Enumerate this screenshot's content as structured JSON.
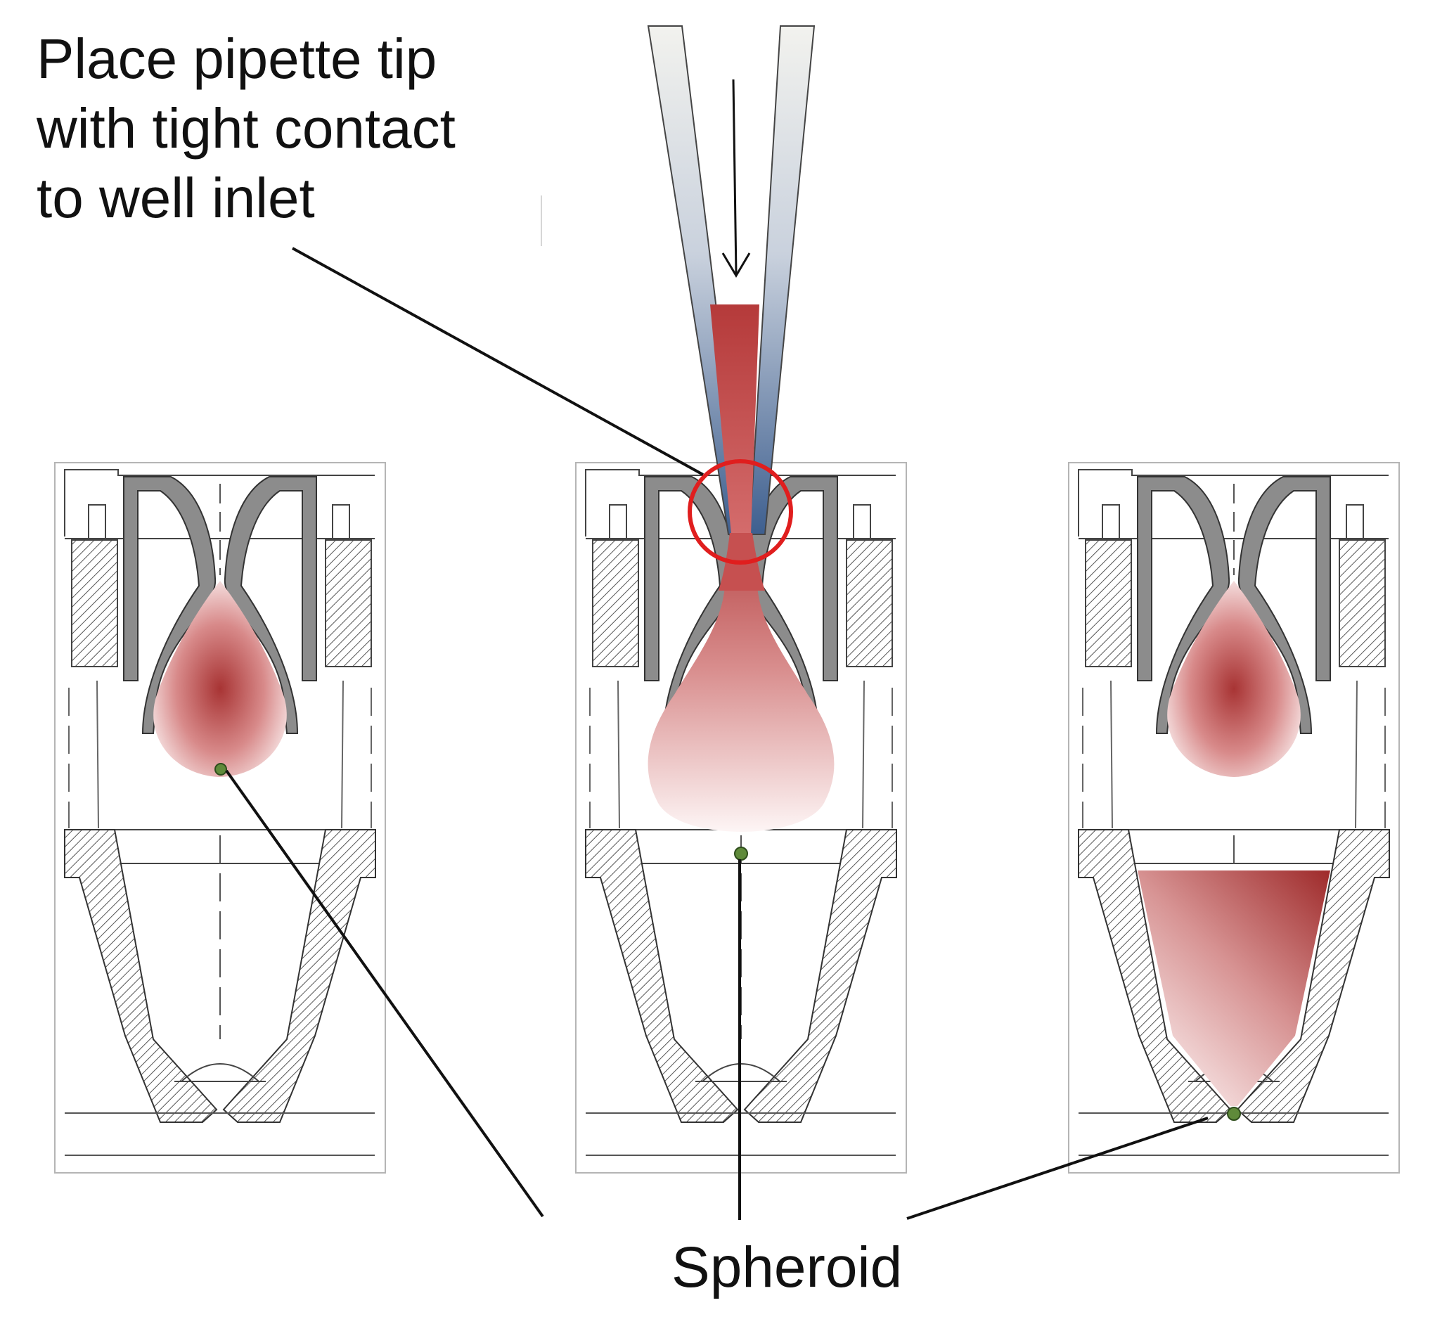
{
  "annotations": {
    "instruction_lines": [
      "Place pipette tip",
      "with tight contact",
      "to well inlet"
    ],
    "spheroid_label": "Spheroid"
  },
  "panels": [
    {
      "id": "before-transfer",
      "contents": [
        "hanging-drop",
        "spheroid"
      ]
    },
    {
      "id": "during-transfer",
      "contents": [
        "pipette-tip",
        "enlarged-drop",
        "spheroid",
        "highlight-circle"
      ]
    },
    {
      "id": "after-transfer",
      "contents": [
        "hanging-drop",
        "filled-receiver-well",
        "spheroid"
      ]
    }
  ],
  "colors": {
    "medium": "#a83434",
    "medium_light": "#f6e1e1",
    "highlight_circle": "#e01e1e",
    "spheroid": "#5f8a3a",
    "tip_steel": "#3e5f8f",
    "plastic_gray": "#8c8c8c"
  }
}
